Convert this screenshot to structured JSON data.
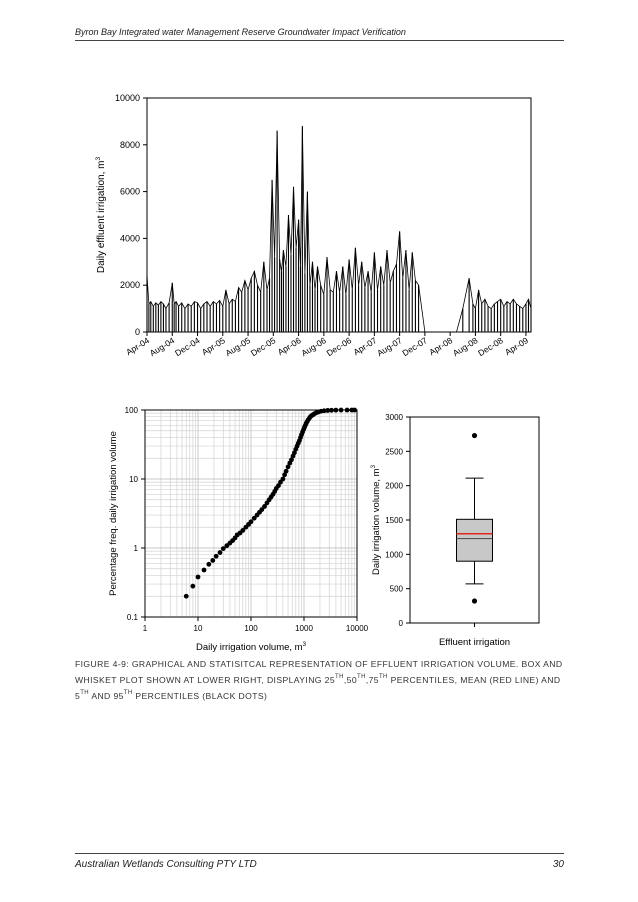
{
  "header": {
    "title": "Byron Bay Integrated water Management Reserve Groundwater Impact Verification"
  },
  "footer": {
    "company": "Australian Wetlands Consulting PTY LTD",
    "page_number": "30"
  },
  "caption": {
    "p1": "Figure 4-9: Graphical and statisitcal representation of effluent irrigation volume.  Box and whisket plot shown at lower right, displaying 25",
    "sup1": "th",
    "p2": ",50",
    "sup2": "th",
    "p3": ",75",
    "sup3": "th",
    "p4": " percentiles, mean (red line) and 5",
    "sup4": "th",
    "p5": " and 95",
    "sup5": "th",
    "p6": " percentiles (black dots)"
  },
  "chart_data": [
    {
      "type": "line",
      "ylabel": "Daily effluent irrigation, m",
      "ylabel_sup": "3",
      "ylim": [
        0,
        10000
      ],
      "yticks": [
        "0",
        "2000",
        "4000",
        "6000",
        "8000",
        "10000"
      ],
      "x_tick_labels": [
        "Apr-04",
        "Aug-04",
        "Dec-04",
        "Apr-05",
        "Aug-05",
        "Dec-05",
        "Apr-06",
        "Aug-06",
        "Dec-06",
        "Apr-07",
        "Aug-07",
        "Dec-07",
        "Apr-08",
        "Aug-08",
        "Dec-08",
        "Apr-09"
      ],
      "x_month_index": [
        0,
        4,
        8,
        12,
        16,
        20,
        24,
        28,
        32,
        36,
        40,
        44,
        48,
        52,
        56,
        60
      ],
      "series": [
        {
          "x_month": [
            0.0,
            0.3,
            0.6,
            1.0,
            1.4,
            1.8,
            2.2,
            2.6,
            3.0,
            3.5,
            4.0,
            4.3,
            4.6,
            5.0,
            5.5,
            6.0,
            6.5,
            7.0,
            7.5,
            8.0,
            8.5,
            9.0,
            9.5,
            10.0,
            10.5,
            11.0,
            11.5,
            12.0,
            12.5,
            13.0,
            13.5,
            14.0,
            14.5,
            15.0,
            15.5,
            16.0,
            16.5,
            17.0,
            17.5,
            18.0,
            18.5,
            19.0,
            19.4,
            19.8,
            20.2,
            20.6,
            21.0,
            21.3,
            21.6,
            22.0,
            22.4,
            22.8,
            23.2,
            23.6,
            24.0,
            24.3,
            24.6,
            25.0,
            25.4,
            25.8,
            26.2,
            26.6,
            27.0,
            27.5,
            28.0,
            28.5,
            29.0,
            29.5,
            30.0,
            30.5,
            31.0,
            31.5,
            32.0,
            32.5,
            33.0,
            33.5,
            34.0,
            34.5,
            35.0,
            35.5,
            36.0,
            36.5,
            37.0,
            37.5,
            38.0,
            38.5,
            39.0,
            39.5,
            40.0,
            40.5,
            41.0,
            41.5,
            42.0,
            42.5,
            43.0,
            44.0,
            45.0,
            46.0,
            47.0,
            48.0,
            49.0,
            50.0,
            51.0,
            51.6,
            52.0,
            52.5,
            53.0,
            53.5,
            54.0,
            54.5,
            55.0,
            55.5,
            56.0,
            56.5,
            57.0,
            57.5,
            58.0,
            58.5,
            59.0,
            59.5,
            60.0,
            60.4,
            60.8
          ],
          "y": [
            2400,
            1200,
            1300,
            1100,
            1250,
            1150,
            1300,
            1200,
            1000,
            1250,
            2100,
            1200,
            1300,
            1100,
            1250,
            1000,
            1200,
            1100,
            1300,
            1250,
            1000,
            1200,
            1300,
            1100,
            1300,
            1200,
            1350,
            1100,
            1800,
            1200,
            1400,
            1300,
            1900,
            1700,
            2200,
            1800,
            2300,
            2600,
            2000,
            1700,
            3000,
            1800,
            2300,
            6500,
            3200,
            8600,
            3100,
            2600,
            3500,
            2800,
            5000,
            3300,
            6200,
            3600,
            4800,
            2800,
            8800,
            2500,
            6000,
            2000,
            3000,
            1800,
            2800,
            2000,
            1600,
            3200,
            1800,
            1700,
            2600,
            1700,
            2800,
            1600,
            3100,
            1800,
            3600,
            2000,
            3000,
            1900,
            2600,
            1700,
            3400,
            1800,
            2800,
            2000,
            3500,
            2100,
            2600,
            2900,
            4300,
            2300,
            3500,
            1800,
            3400,
            2200,
            2000,
            0,
            0,
            0,
            0,
            0,
            0,
            1000,
            2300,
            1200,
            1000,
            1800,
            1200,
            1400,
            1100,
            1000,
            1200,
            1300,
            1400,
            1100,
            1300,
            1200,
            1400,
            1200,
            1100,
            1000,
            1200,
            1400,
            1000
          ]
        }
      ],
      "grid": false
    },
    {
      "type": "scatter",
      "xlabel": "Daily irrigation volume, m",
      "xlabel_sup": "3",
      "ylabel": "Percentage freq. daily irrigation volume",
      "xscale": "log",
      "yscale": "log",
      "xlim": [
        1,
        10000
      ],
      "ylim": [
        0.1,
        100
      ],
      "xticks": [
        "1",
        "10",
        "100",
        "1000",
        "10000"
      ],
      "yticks": [
        "0.1",
        "1",
        "10",
        "100"
      ],
      "grid": true,
      "series": [
        {
          "x": [
            6,
            8,
            10,
            13,
            16,
            19,
            22,
            26,
            30,
            35,
            40,
            45,
            50,
            55,
            62,
            70,
            80,
            90,
            100,
            115,
            130,
            145,
            160,
            180,
            200,
            220,
            240,
            260,
            280,
            300,
            330,
            360,
            400,
            430,
            460,
            500,
            540,
            580,
            620,
            660,
            700,
            740,
            780,
            820,
            860,
            900,
            940,
            980,
            1020,
            1060,
            1100,
            1150,
            1200,
            1260,
            1320,
            1400,
            1500,
            1600,
            1750,
            1900,
            2100,
            2400,
            2800,
            3300,
            4000,
            5000,
            6500,
            8000,
            9000
          ],
          "y": [
            0.2,
            0.28,
            0.38,
            0.48,
            0.58,
            0.66,
            0.76,
            0.86,
            0.98,
            1.08,
            1.18,
            1.28,
            1.4,
            1.55,
            1.65,
            1.8,
            2,
            2.2,
            2.4,
            2.7,
            3,
            3.3,
            3.6,
            4,
            4.5,
            5,
            5.5,
            6,
            6.6,
            7.3,
            8,
            9,
            10,
            11.5,
            13,
            15,
            17,
            19,
            21.5,
            24,
            27,
            30,
            33,
            36,
            40,
            44,
            48,
            52,
            56,
            60,
            64,
            68,
            72,
            76,
            80,
            83,
            86,
            89,
            92,
            94,
            96,
            97.5,
            98.5,
            99.2,
            99.6,
            99.8,
            99.9,
            100,
            100
          ]
        }
      ]
    },
    {
      "type": "box",
      "categories": [
        "Effluent irrigation"
      ],
      "ylabel": "Daily irrigation volume, m",
      "ylabel_sup": "3",
      "ylim": [
        0,
        3000
      ],
      "yticks": [
        "0",
        "500",
        "1000",
        "1500",
        "2000",
        "2500",
        "3000"
      ],
      "box": {
        "p25": 900,
        "median": 1230,
        "mean": 1300,
        "p75": 1510,
        "whisker_low": 570,
        "whisker_high": 2110,
        "p5": 320,
        "p95": 2730
      },
      "colors": {
        "box_fill": "#c8c8c8",
        "mean_line": "#e0271f",
        "median_line": "#555555"
      }
    }
  ]
}
